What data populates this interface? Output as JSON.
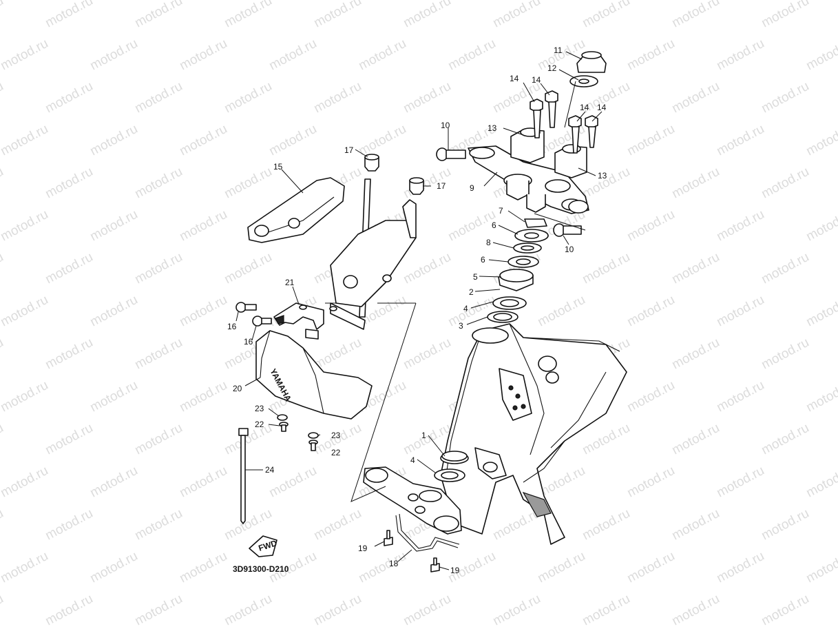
{
  "watermark": "motod.ru",
  "diagram_code": "3D91300-D210",
  "fwd_label": "FWD",
  "brand_text": "YAMAHA",
  "callouts": [
    {
      "key": "c1",
      "text": "1"
    },
    {
      "key": "c2",
      "text": "2"
    },
    {
      "key": "c3",
      "text": "3"
    },
    {
      "key": "c4a",
      "text": "4"
    },
    {
      "key": "c4b",
      "text": "4"
    },
    {
      "key": "c5",
      "text": "5"
    },
    {
      "key": "c6a",
      "text": "6"
    },
    {
      "key": "c6b",
      "text": "6"
    },
    {
      "key": "c7",
      "text": "7"
    },
    {
      "key": "c8",
      "text": "8"
    },
    {
      "key": "c9",
      "text": "9"
    },
    {
      "key": "c10a",
      "text": "10"
    },
    {
      "key": "c10b",
      "text": "10"
    },
    {
      "key": "c11",
      "text": "11"
    },
    {
      "key": "c12",
      "text": "12"
    },
    {
      "key": "c13a",
      "text": "13"
    },
    {
      "key": "c13b",
      "text": "13"
    },
    {
      "key": "c14a",
      "text": "14"
    },
    {
      "key": "c14b",
      "text": "14"
    },
    {
      "key": "c14c",
      "text": "14"
    },
    {
      "key": "c14d",
      "text": "14"
    },
    {
      "key": "c15",
      "text": "15"
    },
    {
      "key": "c16a",
      "text": "16"
    },
    {
      "key": "c16b",
      "text": "16"
    },
    {
      "key": "c17a",
      "text": "17"
    },
    {
      "key": "c17b",
      "text": "17"
    },
    {
      "key": "c18",
      "text": "18"
    },
    {
      "key": "c19a",
      "text": "19"
    },
    {
      "key": "c19b",
      "text": "19"
    },
    {
      "key": "c20",
      "text": "20"
    },
    {
      "key": "c21",
      "text": "21"
    },
    {
      "key": "c22a",
      "text": "22"
    },
    {
      "key": "c22b",
      "text": "22"
    },
    {
      "key": "c23a",
      "text": "23"
    },
    {
      "key": "c23b",
      "text": "23"
    },
    {
      "key": "c24",
      "text": "24"
    }
  ]
}
